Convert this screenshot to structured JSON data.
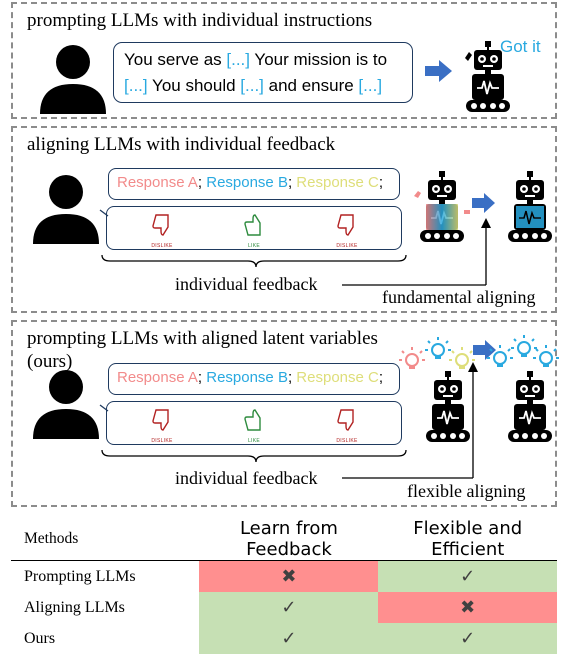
{
  "panel1": {
    "title": "prompting LLMs with individual instructions",
    "instruction": {
      "p1": "You serve as ",
      "b1": "[...]",
      "p2": " Your mission is to",
      "b2": "[...]",
      "p3": " You should ",
      "b3": "[...]",
      "p4": " and ensure ",
      "b4": "[...]"
    },
    "robot_reply": "Got it"
  },
  "panel2": {
    "title": "aligning LLMs with individual feedback",
    "responses": [
      "Response A",
      "Response B",
      "Response C"
    ],
    "feedback_labels": [
      "DISLIKE",
      "LIKE",
      "DISLIKE"
    ],
    "feedback_caption": "individual feedback",
    "aligning_caption": "fundamental aligning"
  },
  "panel3": {
    "title": "prompting LLMs with aligned latent variables",
    "title_suffix": "(ours)",
    "responses": [
      "Response A",
      "Response B",
      "Response C"
    ],
    "feedback_labels": [
      "DISLIKE",
      "LIKE",
      "DISLIKE"
    ],
    "feedback_caption": "individual feedback",
    "aligning_caption": "flexible aligning"
  },
  "colors": {
    "response_a": "#f28b8b",
    "response_b": "#29a9e0",
    "response_c": "#dede7a",
    "bracket_blue": "#29a9e0",
    "cell_good": "#c6e0b4",
    "cell_bad": "#ff8f8f",
    "dislike_icon": "#b22222",
    "like_icon": "#2e8b3e",
    "arrow": "#3a6fc4"
  },
  "table": {
    "headers": [
      "Methods",
      "Learn from Feedback",
      "Flexible and Efficient"
    ],
    "rows": [
      {
        "method": "Prompting LLMs",
        "learn": "✖",
        "flexible": "✓"
      },
      {
        "method": "Aligning LLMs",
        "learn": "✓",
        "flexible": "✖"
      },
      {
        "method": "Ours",
        "learn": "✓",
        "flexible": "✓"
      }
    ]
  }
}
